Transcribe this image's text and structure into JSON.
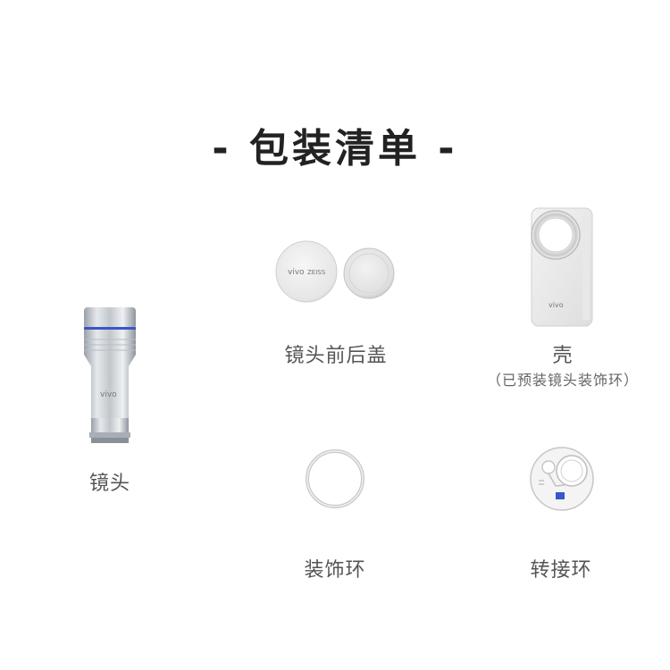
{
  "title": "- 包装清单 -",
  "items": {
    "lens": {
      "label": "镜头",
      "brand": "vivo"
    },
    "lens_caps": {
      "label": "镜头前后盖",
      "brand": "vivo",
      "partner": "ZEISS"
    },
    "case": {
      "label": "壳",
      "note": "（已预装镜头装饰环）",
      "brand": "vivo"
    },
    "deco_ring": {
      "label": "装饰环"
    },
    "adapter_ring": {
      "label": "转接环"
    }
  }
}
